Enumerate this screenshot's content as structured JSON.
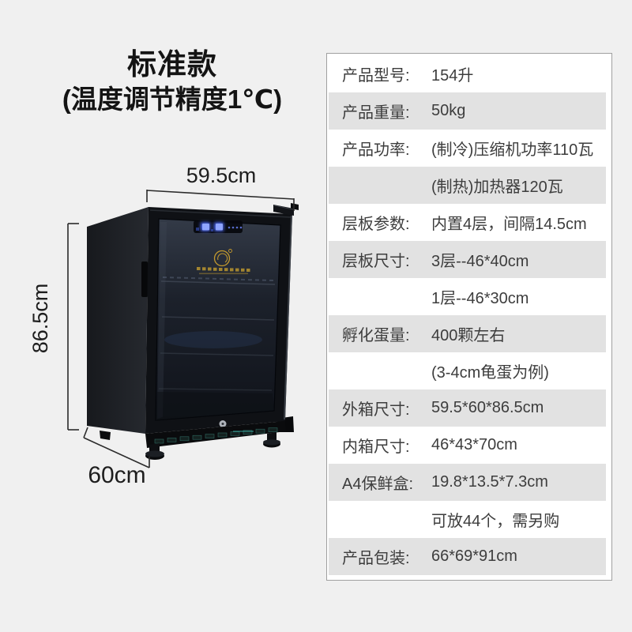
{
  "title": {
    "line1": "标准款",
    "line2": "(温度调节精度1℃)"
  },
  "dimensions": {
    "width": "59.5cm",
    "height": "86.5cm",
    "depth": "60cm"
  },
  "spec_table": {
    "rows": [
      {
        "label": "产品型号:",
        "value": "154升",
        "shaded": false
      },
      {
        "label": "产品重量:",
        "value": "50kg",
        "shaded": true
      },
      {
        "label": "产品功率:",
        "value": "(制冷)压缩机功率110瓦",
        "shaded": false
      },
      {
        "label": "",
        "value": "(制热)加热器120瓦",
        "shaded": true
      },
      {
        "label": "层板参数:",
        "value": "内置4层，间隔14.5cm",
        "shaded": false
      },
      {
        "label": "层板尺寸:",
        "value": "3层--46*40cm",
        "shaded": true
      },
      {
        "label": "",
        "value": "1层--46*30cm",
        "shaded": false
      },
      {
        "label": "孵化蛋量:",
        "value": "400颗左右",
        "shaded": true
      },
      {
        "label": "",
        "value": "(3-4cm龟蛋为例)",
        "shaded": false
      },
      {
        "label": "外箱尺寸:",
        "value": "59.5*60*86.5cm",
        "shaded": true
      },
      {
        "label": "内箱尺寸:",
        "value": "46*43*70cm",
        "shaded": false
      },
      {
        "label": "A4保鲜盒:",
        "value": "19.8*13.5*7.3cm",
        "shaded": true
      },
      {
        "label": "",
        "value": "可放44个，需另购",
        "shaded": false
      },
      {
        "label": "产品包装:",
        "value": "66*69*91cm",
        "shaded": true
      }
    ]
  },
  "colors": {
    "page_bg": "#f0f0f0",
    "row_shaded": "#e2e2e2",
    "table_border": "#a0a0a0",
    "text": "#3d3d3d",
    "accent_gold": "#c49a2e",
    "led_blue": "#4f6dff"
  }
}
